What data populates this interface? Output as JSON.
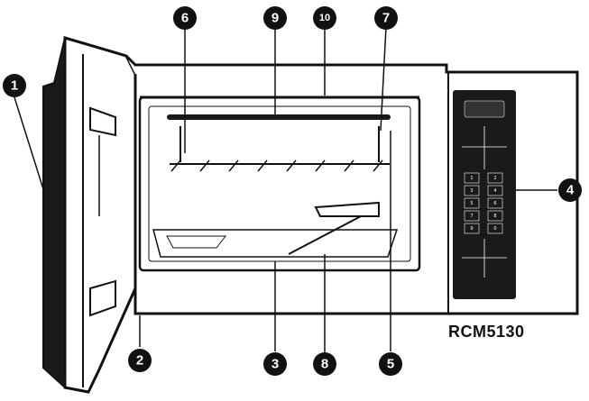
{
  "model_label": "RCM5130",
  "callouts": [
    "1",
    "2",
    "3",
    "4",
    "5",
    "6",
    "7",
    "8",
    "9",
    "10"
  ],
  "keypad_digits": [
    "1",
    "2",
    "3",
    "4",
    "5",
    "6",
    "7",
    "8",
    "9",
    "0"
  ],
  "colors": {
    "ink": "#111111",
    "panel": "#1a1a1a",
    "background": "#ffffff"
  }
}
